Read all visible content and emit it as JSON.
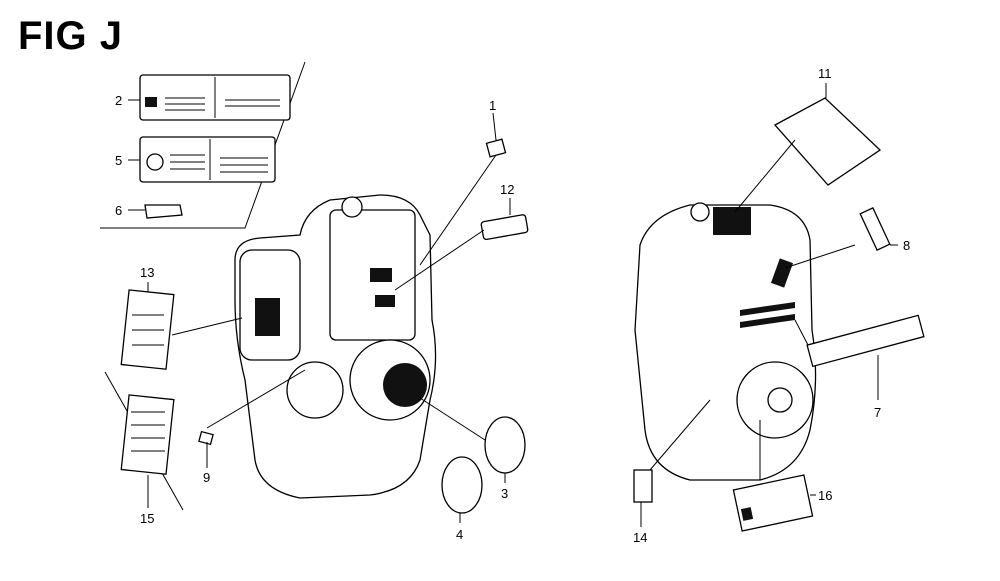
{
  "figure": {
    "title": "FIG J"
  },
  "callouts": [
    {
      "id": "c1",
      "number": "1"
    },
    {
      "id": "c2",
      "number": "2"
    },
    {
      "id": "c3",
      "number": "3"
    },
    {
      "id": "c4",
      "number": "4"
    },
    {
      "id": "c5",
      "number": "5"
    },
    {
      "id": "c6",
      "number": "6"
    },
    {
      "id": "c7",
      "number": "7"
    },
    {
      "id": "c8",
      "number": "8"
    },
    {
      "id": "c9",
      "number": "9"
    },
    {
      "id": "c11",
      "number": "11"
    },
    {
      "id": "c12",
      "number": "12"
    },
    {
      "id": "c13",
      "number": "13"
    },
    {
      "id": "c14",
      "number": "14"
    },
    {
      "id": "c15",
      "number": "15"
    },
    {
      "id": "c16",
      "number": "16"
    }
  ]
}
